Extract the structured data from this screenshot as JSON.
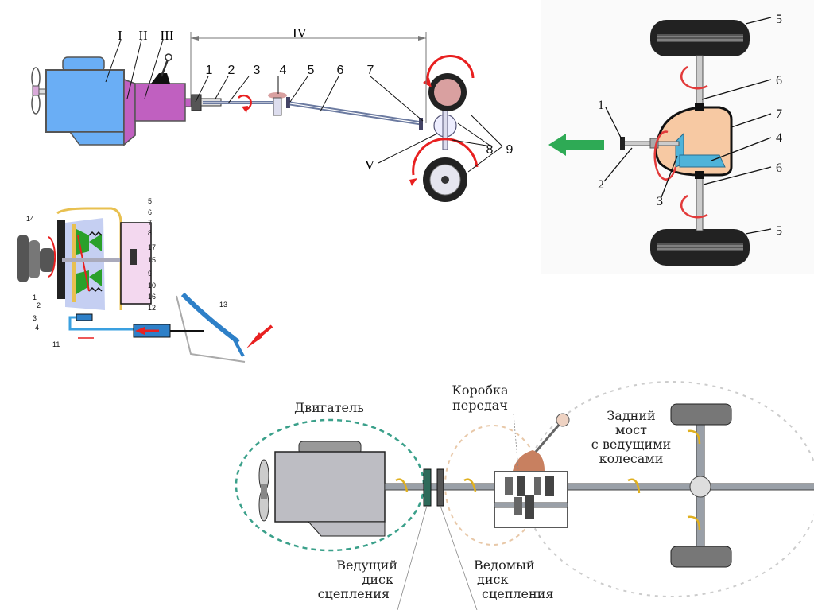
{
  "diagram_transmission_layout": {
    "assembly_labels": [
      "I",
      "II",
      "III",
      "IV",
      "V"
    ],
    "part_labels": [
      "1",
      "2",
      "3",
      "4",
      "5",
      "6",
      "7",
      "8",
      "9"
    ]
  },
  "diagram_rear_axle": {
    "labels": [
      "1",
      "2",
      "3",
      "4",
      "5",
      "6",
      "7",
      "5",
      "6"
    ],
    "direction_arrow": "green-arrow-left",
    "colors": {
      "arrow": "#2eaa55",
      "housing": "#f7c9a3",
      "gear": "#4fb3d9",
      "rotation": "#e23a3a"
    }
  },
  "diagram_clutch": {
    "labels": [
      "1",
      "2",
      "3",
      "4",
      "5",
      "6",
      "7",
      "8",
      "9",
      "10",
      "11",
      "12",
      "13",
      "14",
      "15",
      "16",
      "17"
    ]
  },
  "diagram_drivetrain": {
    "engine": "Двигатель",
    "gearbox_line1": "Коробка",
    "gearbox_line2": "передач",
    "rear_axle_line1": "Задний",
    "rear_axle_line2": "мост",
    "rear_axle_line3": "с ведущими",
    "rear_axle_line4": "колесами",
    "driving_disc_line1": "Ведущий",
    "driving_disc_line2": "диск",
    "driving_disc_line3": "сцепления",
    "driven_disc_line1": "Ведомый",
    "driven_disc_line2": "диск",
    "driven_disc_line3": "сцепления"
  }
}
